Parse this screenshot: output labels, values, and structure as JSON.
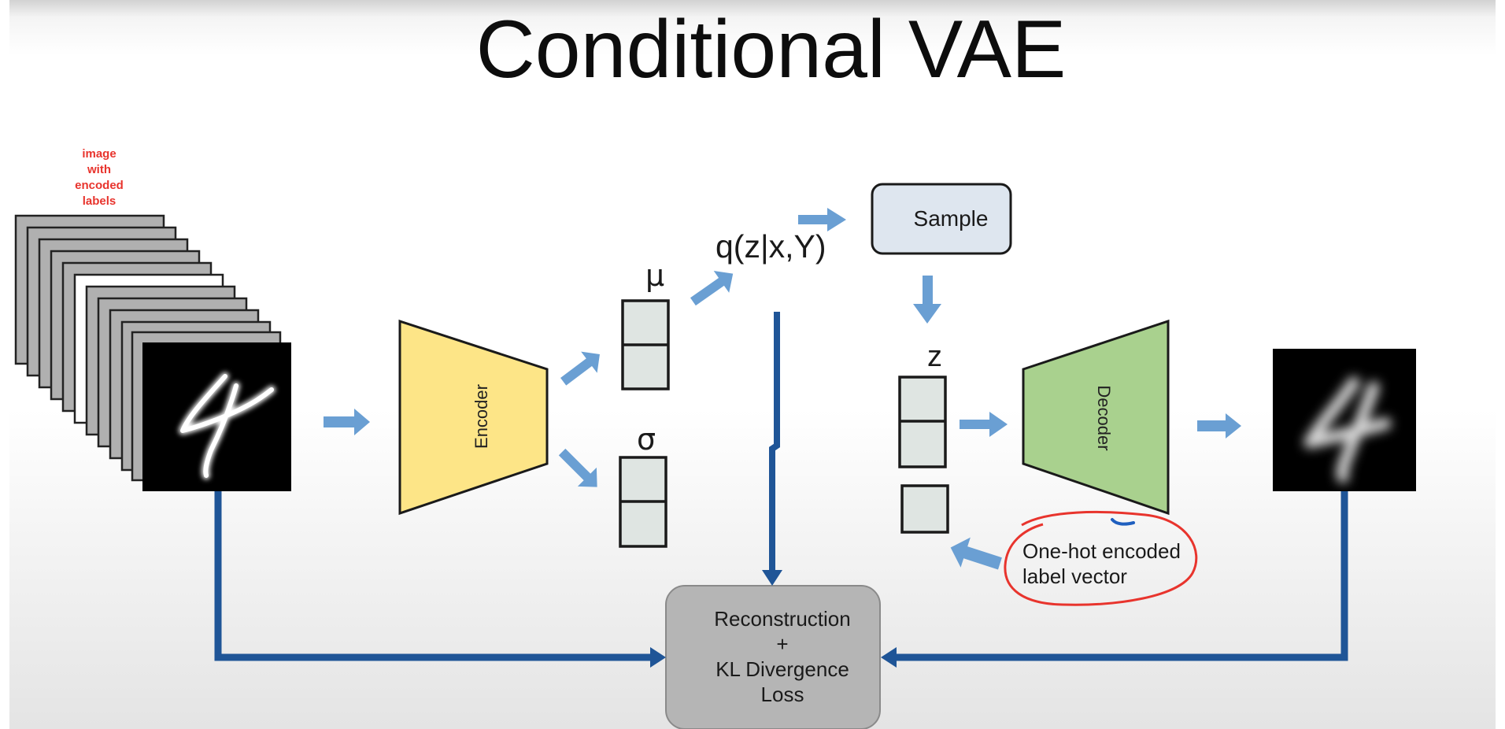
{
  "title": "Conditional VAE",
  "input_note": "image\nwith\nencoded\nlabels",
  "encoder_label": "Encoder",
  "decoder_label": "Decoder",
  "mu_label": "μ",
  "sigma_label": "σ",
  "posterior_label": "q(z|x,Y)",
  "sample_label": "Sample",
  "z_label": "z",
  "one_hot_label": "One-hot encoded\nlabel vector",
  "loss_label": "Reconstruction\n+\nKL Divergence\nLoss",
  "colors": {
    "arrow_light": "#6a9fd3",
    "arrow_dark": "#1f5597",
    "encoder_fill": "#fde587",
    "decoder_fill": "#a9d18e",
    "sample_fill": "#dee6ef",
    "vector_fill": "#dfe5e2",
    "loss_fill": "#b5b5b5",
    "annotation_red": "#e8342d"
  },
  "icons": [
    "digit-4-input-image",
    "digit-4-reconstructed-image"
  ]
}
